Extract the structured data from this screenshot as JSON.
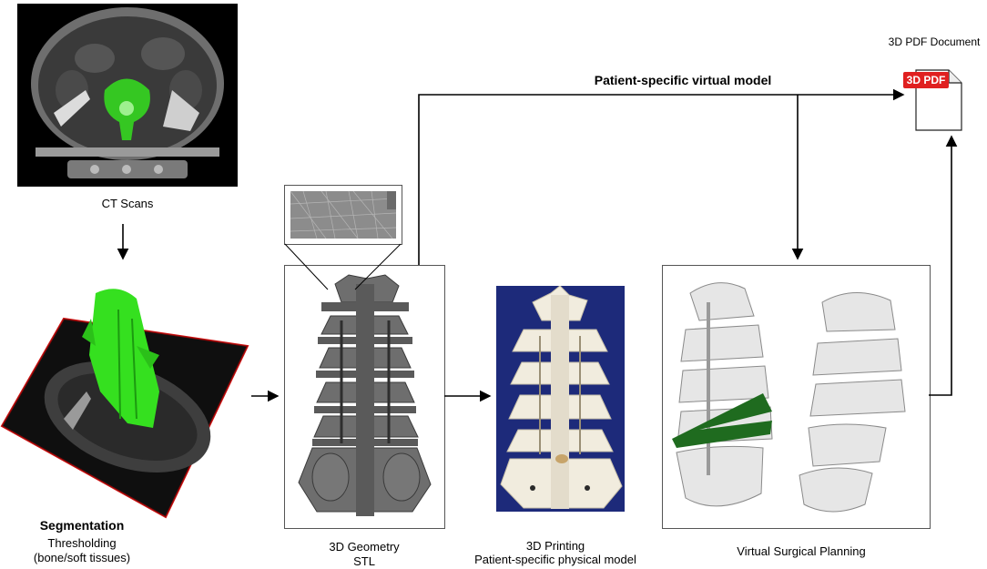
{
  "doc": {
    "label": "3D PDF Document",
    "badge": "3D PDF"
  },
  "ct": {
    "caption": "CT Scans"
  },
  "segmentation": {
    "title": "Segmentation",
    "line1": "Thresholding",
    "line2": "(bone/soft tissues)"
  },
  "geometry": {
    "line1": "3D Geometry",
    "line2": "STL"
  },
  "printing": {
    "line1": "3D Printing",
    "line2": "Patient-specific physical  model"
  },
  "planning": {
    "caption": "Virtual Surgical Planning"
  },
  "virtual": {
    "caption": "Patient-specific virtual model"
  },
  "colors": {
    "segmentation_green": "#35e01f",
    "pdf_red": "#e02020",
    "print_background": "#1d2a7a",
    "cutting_guide": "#1f6b1f"
  }
}
